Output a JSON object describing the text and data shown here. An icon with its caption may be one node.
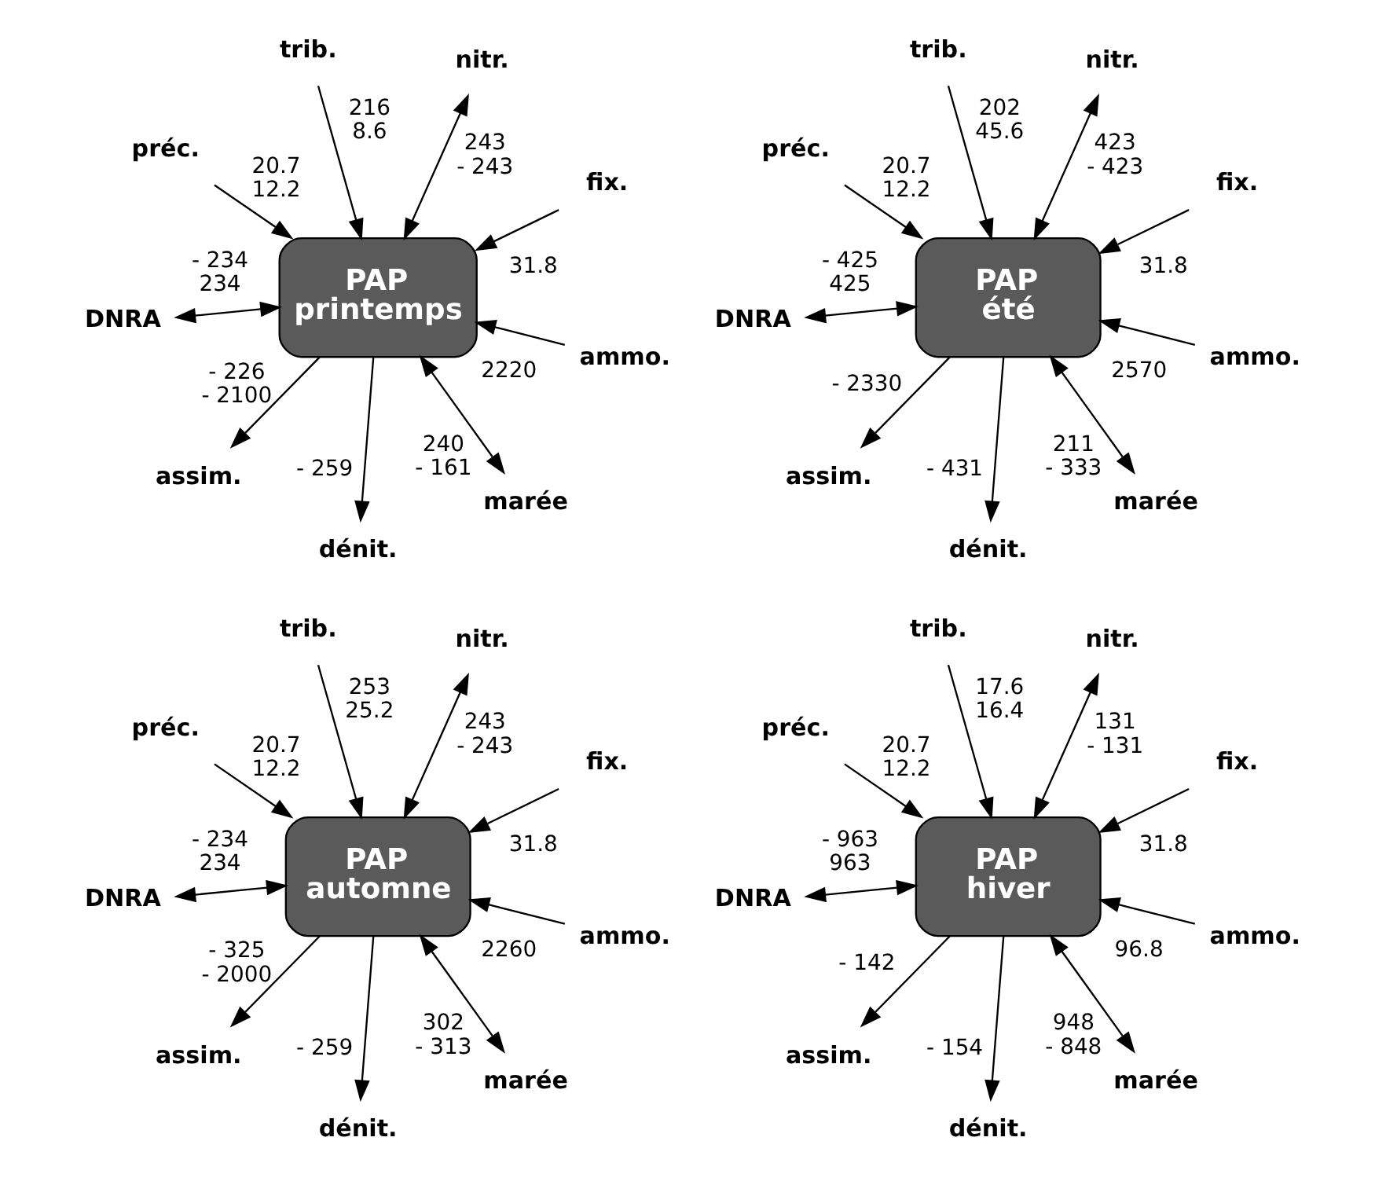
{
  "diagram": {
    "nodes": [
      {
        "text": [
          "PAP",
          "printemps"
        ]
      },
      {
        "text": [
          "fix."
        ]
      },
      {
        "text": [
          "dénit."
        ]
      },
      {
        "text": [
          "préc."
        ]
      },
      {
        "text": [
          "nitr."
        ]
      },
      {
        "text": [
          "trib."
        ]
      },
      {
        "text": [
          "DNRA"
        ]
      },
      {
        "text": [
          "ammo."
        ]
      },
      {
        "text": [
          "assim."
        ]
      },
      {
        "text": [
          "marée"
        ]
      },
      {
        "text": [
          "PAP",
          "été"
        ]
      },
      {
        "text": [
          "fix."
        ]
      },
      {
        "text": [
          "dénit."
        ]
      },
      {
        "text": [
          "préc."
        ]
      },
      {
        "text": [
          "nitr."
        ]
      },
      {
        "text": [
          "trib."
        ]
      },
      {
        "text": [
          "DNRA"
        ]
      },
      {
        "text": [
          "ammo."
        ]
      },
      {
        "text": [
          "assim."
        ]
      },
      {
        "text": [
          "marée"
        ]
      },
      {
        "text": [
          "PAP",
          "automne"
        ]
      },
      {
        "text": [
          "fix."
        ]
      },
      {
        "text": [
          "dénit."
        ]
      },
      {
        "text": [
          "préc."
        ]
      },
      {
        "text": [
          "nitr."
        ]
      },
      {
        "text": [
          "trib."
        ]
      },
      {
        "text": [
          "DNRA"
        ]
      },
      {
        "text": [
          "ammo."
        ]
      },
      {
        "text": [
          "assim."
        ]
      },
      {
        "text": [
          "marée"
        ]
      },
      {
        "text": [
          "PAP",
          "hiver"
        ]
      },
      {
        "text": [
          "fix."
        ]
      },
      {
        "text": [
          "dénit."
        ]
      },
      {
        "text": [
          "préc."
        ]
      },
      {
        "text": [
          "nitr."
        ]
      },
      {
        "text": [
          "trib."
        ]
      },
      {
        "text": [
          "DNRA"
        ]
      },
      {
        "text": [
          "ammo."
        ]
      },
      {
        "text": [
          "assim."
        ]
      },
      {
        "text": [
          "marée"
        ]
      }
    ],
    "edges": [
      {
        "from": 1,
        "to": 0,
        "arrow": "to",
        "label": "31.8"
      },
      {
        "from": 0,
        "to": 2,
        "arrow": "to",
        "label": "- 259"
      },
      {
        "from": 3,
        "to": 0,
        "arrow": "to",
        "label": "20.7 12.2"
      },
      {
        "from": 4,
        "to": 0,
        "arrow": "both",
        "label": "243 - 243"
      },
      {
        "from": 5,
        "to": 0,
        "arrow": "to",
        "label": "216 8.6"
      },
      {
        "from": 6,
        "to": 0,
        "arrow": "both",
        "label": "- 234 234"
      },
      {
        "from": 7,
        "to": 0,
        "arrow": "to",
        "label": "2220"
      },
      {
        "from": 0,
        "to": 8,
        "arrow": "to",
        "label": "- 226 - 2100"
      },
      {
        "from": 9,
        "to": 0,
        "arrow": "both",
        "label": "240 - 161"
      },
      {
        "from": 11,
        "to": 10,
        "arrow": "to",
        "label": "31.8"
      },
      {
        "from": 10,
        "to": 12,
        "arrow": "to",
        "label": "- 431"
      },
      {
        "from": 13,
        "to": 10,
        "arrow": "to",
        "label": "20.7 12.2"
      },
      {
        "from": 14,
        "to": 10,
        "arrow": "both",
        "label": "423 - 423"
      },
      {
        "from": 15,
        "to": 10,
        "arrow": "to",
        "label": "202 45.6"
      },
      {
        "from": 16,
        "to": 10,
        "arrow": "both",
        "label": "- 425 425"
      },
      {
        "from": 17,
        "to": 10,
        "arrow": "to",
        "label": "2570"
      },
      {
        "from": 10,
        "to": 18,
        "arrow": "to",
        "label": "- 2330"
      },
      {
        "from": 19,
        "to": 10,
        "arrow": "both",
        "label": "211 - 333"
      },
      {
        "from": 21,
        "to": 20,
        "arrow": "to",
        "label": "31.8"
      },
      {
        "from": 20,
        "to": 22,
        "arrow": "to",
        "label": "- 259"
      },
      {
        "from": 23,
        "to": 20,
        "arrow": "to",
        "label": "20.7 12.2"
      },
      {
        "from": 24,
        "to": 20,
        "arrow": "both",
        "label": "243 - 243"
      },
      {
        "from": 25,
        "to": 20,
        "arrow": "to",
        "label": "253 25.2"
      },
      {
        "from": 26,
        "to": 20,
        "arrow": "both",
        "label": "- 234 234"
      },
      {
        "from": 27,
        "to": 20,
        "arrow": "to",
        "label": "2260"
      },
      {
        "from": 20,
        "to": 28,
        "arrow": "to",
        "label": "- 325 - 2000"
      },
      {
        "from": 29,
        "to": 20,
        "arrow": "both",
        "label": "302 - 313"
      },
      {
        "from": 31,
        "to": 30,
        "arrow": "to",
        "label": "31.8"
      },
      {
        "from": 30,
        "to": 32,
        "arrow": "to",
        "label": "- 154"
      },
      {
        "from": 33,
        "to": 30,
        "arrow": "to",
        "label": "20.7 12.2"
      },
      {
        "from": 34,
        "to": 30,
        "arrow": "both",
        "label": "131 - 131"
      },
      {
        "from": 35,
        "to": 30,
        "arrow": "to",
        "label": "17.6 16.4"
      },
      {
        "from": 36,
        "to": 30,
        "arrow": "both",
        "label": "- 963 963"
      },
      {
        "from": 37,
        "to": 30,
        "arrow": "to",
        "label": "96.8"
      },
      {
        "from": 30,
        "to": 38,
        "arrow": "to",
        "label": "- 142"
      },
      {
        "from": 39,
        "to": 30,
        "arrow": "both",
        "label": "948 - 848"
      }
    ]
  }
}
